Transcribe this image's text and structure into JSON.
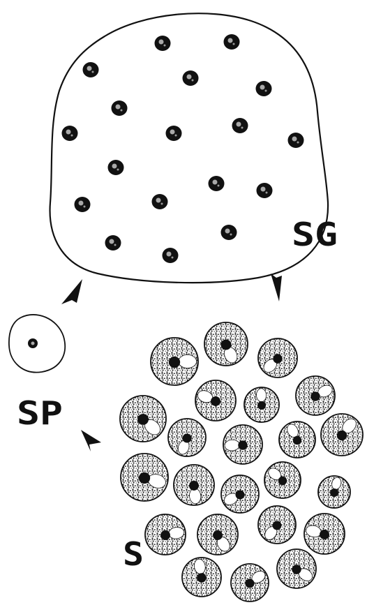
{
  "labels": {
    "syncytium": "SG",
    "isolated_cell": "SP",
    "separated_cells": "S"
  },
  "colors": {
    "ink": "#111111",
    "background": "#ffffff"
  }
}
